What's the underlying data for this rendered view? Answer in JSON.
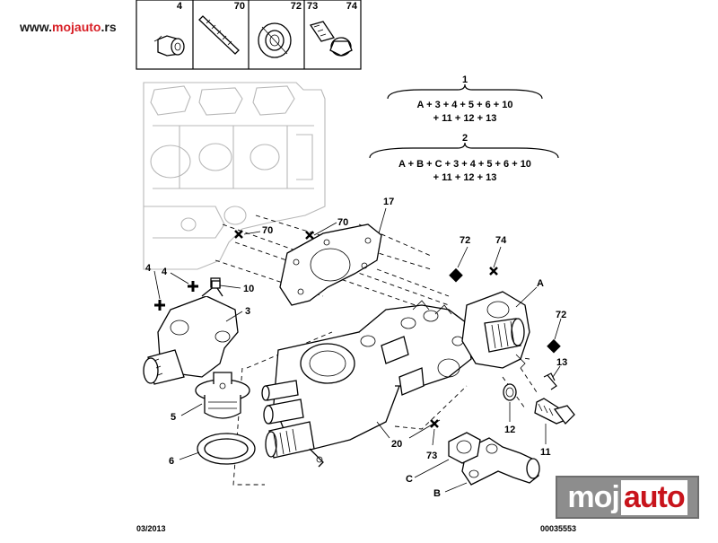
{
  "site": {
    "prefix": "www.",
    "brand": "mojauto",
    "suffix": ".rs"
  },
  "legend_boxes": [
    {
      "label": "4"
    },
    {
      "label": "70"
    },
    {
      "label": "72"
    },
    {
      "label": "73"
    },
    {
      "label": "74"
    }
  ],
  "kits": [
    {
      "number": "1",
      "line1": "A + 3 + 4 + 5 + 6 + 10",
      "line2": "+ 11 + 12 + 13"
    },
    {
      "number": "2",
      "line1": "A + B + C + 3 + 4 + 5 + 6 + 10",
      "line2": "+ 11 + 12 + 13"
    }
  ],
  "callouts": {
    "c17": "17",
    "c70a": "70",
    "c70b": "70",
    "c72a": "72",
    "c74": "74",
    "cA": "A",
    "c4a": "4",
    "c4b": "4",
    "c10": "10",
    "c3": "3",
    "c72b": "72",
    "c13": "13",
    "c5": "5",
    "c6": "6",
    "c12": "12",
    "c20": "20",
    "c73": "73",
    "c11": "11",
    "cC": "C",
    "cB": "B"
  },
  "footer": {
    "date": "03/2013",
    "ref": "00035553"
  },
  "watermark": {
    "part1": "moj",
    "part2": "auto"
  }
}
